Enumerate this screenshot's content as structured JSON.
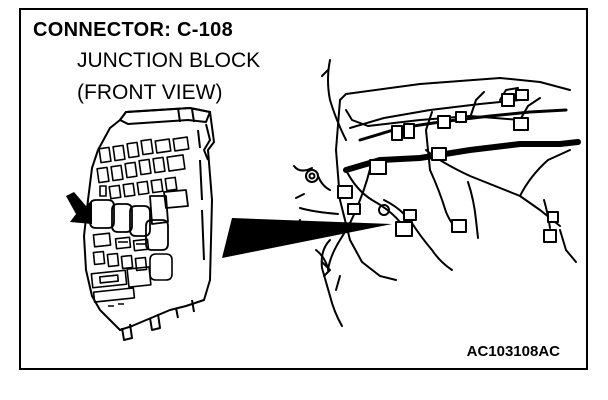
{
  "figure": {
    "heading": "CONNECTOR: C-108",
    "subtitle_line1": "JUNCTION BLOCK",
    "subtitle_line2": "(FRONT VIEW)",
    "figure_code": "AC103108AC"
  },
  "colors": {
    "line": "#000000",
    "background": "#ffffff"
  }
}
